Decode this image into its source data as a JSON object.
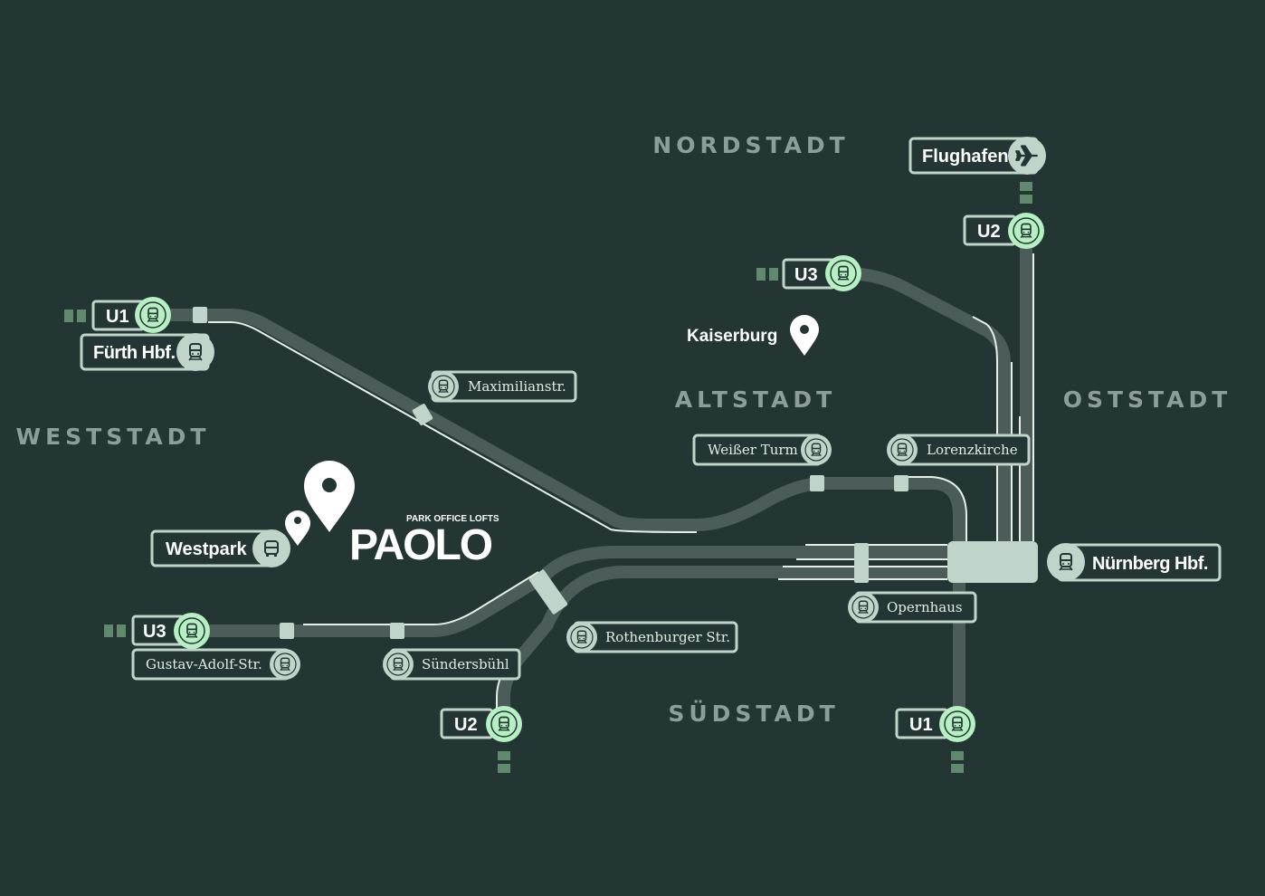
{
  "districts": {
    "nordstadt": "NORDSTADT",
    "altstadt": "ALTSTADT",
    "oststadt": "OSTSTADT",
    "weststadt": "WESTSTADT",
    "suedstadt": "SÜDSTADT"
  },
  "logo": {
    "tagline": "PARK OFFICE LOFTS",
    "name": "PAOLO"
  },
  "landmarks": {
    "kaiserburg": "Kaiserburg"
  },
  "hubs": {
    "flughafen": "Flughafen",
    "fuerth": "Fürth Hbf.",
    "nuernberg": "Nürnberg Hbf.",
    "westpark": "Westpark"
  },
  "lines": {
    "u2_north": "U2",
    "u3_north": "U3",
    "u1_west": "U1",
    "u3_west": "U3",
    "u2_south": "U2",
    "u1_south": "U1"
  },
  "stations": {
    "maximilianstr": "Maximilianstr.",
    "weisser_turm": "Weißer Turm",
    "lorenzkirche": "Lorenzkirche",
    "opernhaus": "Opernhaus",
    "gustav_adolf": "Gustav-Adolf-Str.",
    "suendersbuehl": "Sündersbühl",
    "rothenburger": "Rothenburger Str."
  },
  "colors": {
    "background": "#233634",
    "track": "#4b5c59",
    "marker": "#c1d4c9",
    "line_badge": "#b6efc2"
  }
}
